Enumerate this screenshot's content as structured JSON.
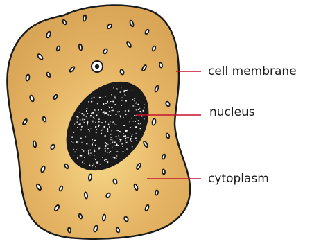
{
  "colors": {
    "cytoplasm_outer": "#d9a556",
    "cytoplasm_inner": "#f7d98a",
    "membrane_outline": "#1a1a1a",
    "nucleus_fill": "#1a1a1a",
    "nucleus_speckle": "#ffffff",
    "pointer_line": "#c8102e",
    "label_text": "#1a1a1a"
  },
  "labels": {
    "membrane": "cell membrane",
    "nucleus": "nucleus",
    "cytoplasm": "cytoplasm"
  }
}
